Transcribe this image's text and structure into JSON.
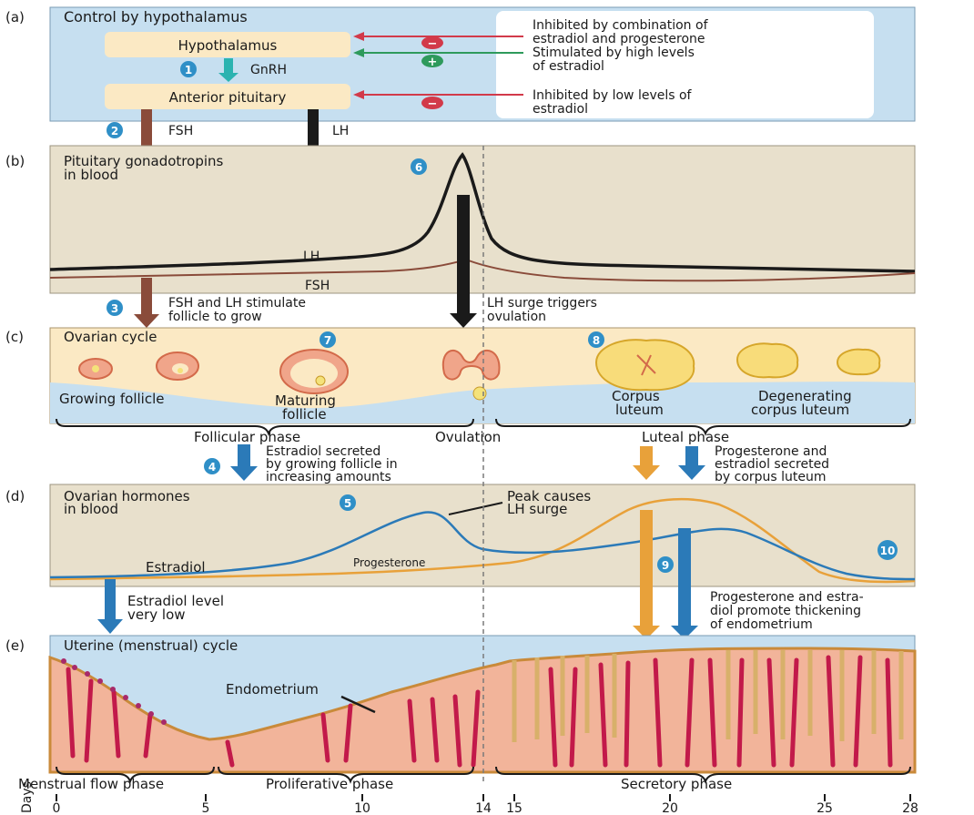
{
  "panel_a": {
    "letter": "(a)",
    "title": "Control by hypothalamus",
    "hypothalamus": "Hypothalamus",
    "gnrh": "GnRH",
    "anterior_pituitary": "Anterior pituitary",
    "note1_line1": "Inhibited by combination of",
    "note1_line2": "estradiol and progesterone",
    "note2_line1": "Stimulated by high levels",
    "note2_line2": "of estradiol",
    "note3_line1": "Inhibited by low levels of",
    "note3_line2": "estradiol",
    "minus_sign": "−",
    "plus_sign": "+",
    "fsh": "FSH",
    "lh": "LH",
    "step1": "1",
    "step2": "2"
  },
  "panel_b": {
    "letter": "(b)",
    "title_line1": "Pituitary gonadotropins",
    "title_line2": "in blood",
    "lh_label": "LH",
    "fsh_label": "FSH",
    "step6": "6",
    "note_fsh_line1": "FSH and LH stimulate",
    "note_fsh_line2": "follicle to grow",
    "note_lh_line1": "LH surge triggers",
    "note_lh_line2": "ovulation",
    "step3": "3"
  },
  "panel_c": {
    "letter": "(c)",
    "title": "Ovarian cycle",
    "step7": "7",
    "step8": "8",
    "growing": "Growing follicle",
    "maturing_line1": "Maturing",
    "maturing_line2": "follicle",
    "corpus_line1": "Corpus",
    "corpus_line2": "luteum",
    "degen_line1": "Degenerating",
    "degen_line2": "corpus luteum",
    "follicular": "Follicular phase",
    "ovulation": "Ovulation",
    "luteal": "Luteal phase",
    "step4": "4",
    "estradiol_note_line1": "Estradiol secreted",
    "estradiol_note_line2": "by growing follicle in",
    "estradiol_note_line3": "increasing amounts",
    "prog_note_line1": "Progesterone and",
    "prog_note_line2": "estradiol secreted",
    "prog_note_line3": "by corpus luteum"
  },
  "panel_d": {
    "letter": "(d)",
    "title_line1": "Ovarian hormones",
    "title_line2": "in blood",
    "step5": "5",
    "peak_line1": "Peak causes",
    "peak_line2": "LH surge",
    "estradiol": "Estradiol",
    "progesterone": "Progesterone",
    "step9": "9",
    "step10": "10",
    "low_line1": "Estradiol level",
    "low_line2": "very low",
    "thick_line1": "Progesterone and estra-",
    "thick_line2": "diol promote thickening",
    "thick_line3": "of endometrium"
  },
  "panel_e": {
    "letter": "(e)",
    "title": "Uterine (menstrual) cycle",
    "endometrium": "Endometrium",
    "menstrual": "Menstrual flow phase",
    "proliferative": "Proliferative phase",
    "secretory": "Secretory phase",
    "days": "Days",
    "ticks": [
      "0",
      "5",
      "10",
      "14",
      "15",
      "20",
      "25",
      "28"
    ]
  },
  "colors": {
    "panel_blue": "#c6dff0",
    "panel_tan": "#e8e0cc",
    "box_cream": "#fbe9c4",
    "fsh_brown": "#8a4b3a",
    "lh_black": "#1a1a1a",
    "estradiol_blue": "#2b7ab8",
    "progesterone_orange": "#e8a13a",
    "circle_blue": "#2f8fc7",
    "inhibit_red": "#d23a4a",
    "stim_green": "#2e9a5c",
    "tissue_pink": "#f2b49a",
    "vessel_red": "#c21a4a"
  }
}
